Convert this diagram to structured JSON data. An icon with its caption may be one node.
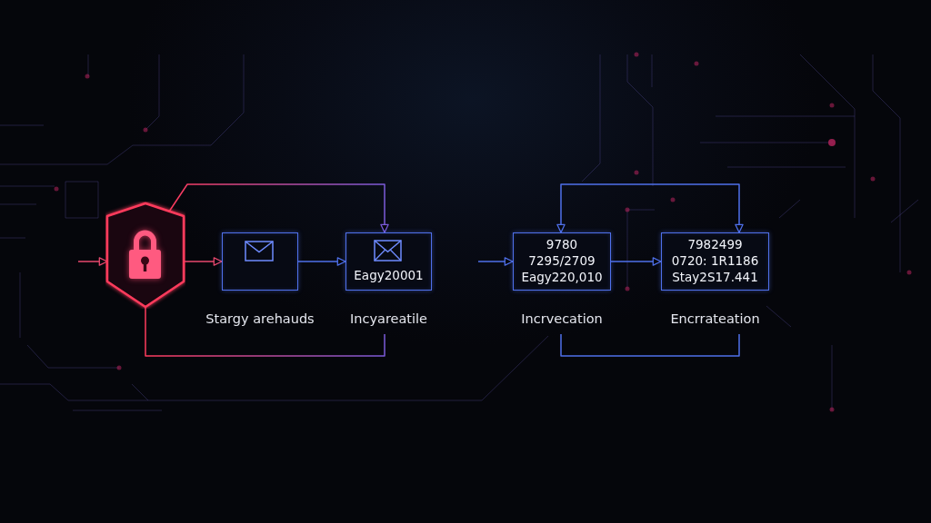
{
  "diagram": {
    "nodes": [
      {
        "text": [],
        "shape": "shield"
      },
      {
        "text": [],
        "shape": "box",
        "beside": [
          "Stargy arehauds"
        ]
      },
      {
        "text": [
          "Eagy20001"
        ],
        "beside": [
          "Incyareatile"
        ]
      },
      {
        "text": [
          "9780",
          "7295/2709",
          "Eagy220,010"
        ],
        "beside": [
          "Incrvecation"
        ]
      },
      {
        "text": [
          "7982499",
          "0720: 1R1186",
          "Stay2S17.441"
        ],
        "beside": [
          "Encrrateation"
        ]
      }
    ],
    "edges": [
      {
        "from": null,
        "to": 0,
        "arrow": "to",
        "color": "#e8486e"
      },
      {
        "from": 0,
        "to": 1,
        "arrow": "to",
        "color": "#e8486e"
      },
      {
        "from": 1,
        "to": 2,
        "arrow": "to"
      },
      {
        "from": null,
        "to": 3,
        "arrow": "to"
      },
      {
        "from": 3,
        "to": 4,
        "arrow": "to"
      },
      {
        "from": 0,
        "to": 2,
        "arrow": "to",
        "color": "#7a5ad8"
      },
      {
        "from": 0,
        "to": 2,
        "arrow": "none",
        "color": "#7a5ad8"
      },
      {
        "from": 3,
        "to": 4,
        "arrow": "both"
      },
      {
        "from": 3,
        "to": 4,
        "arrow": "none"
      }
    ]
  }
}
